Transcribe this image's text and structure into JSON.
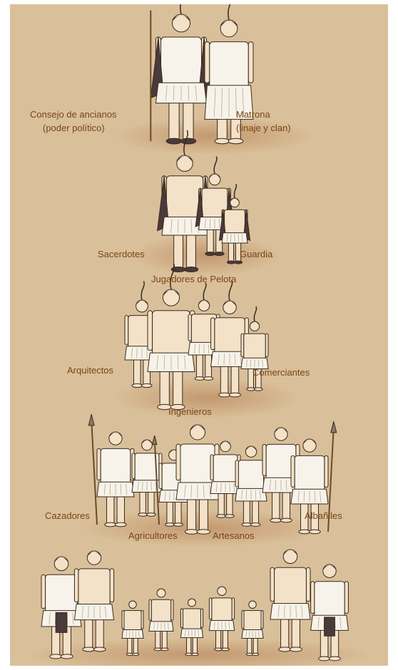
{
  "colors": {
    "background": "#d9c09a",
    "label": "#7a4418",
    "skin": "#f3e1c8",
    "cloth": "#f7f3ea",
    "outline": "#3a2a1c",
    "dark_accent": "#4a3a3a"
  },
  "tiers": [
    {
      "id": "tier-1",
      "labels": {
        "left": [
          "Consejo de ancianos",
          "(poder político)"
        ],
        "right": [
          "Matrona",
          "(linaje y clan)"
        ]
      }
    },
    {
      "id": "tier-2",
      "labels": {
        "left": "Sacerdotes",
        "right": "Guardia",
        "bottom": "Jugadores de Pelota"
      }
    },
    {
      "id": "tier-3",
      "labels": {
        "left": "Arquitectos",
        "right": "Comerciantes",
        "bottom": "Ingenieros"
      }
    },
    {
      "id": "tier-4",
      "labels": {
        "left": "Cazadores",
        "center_left": "Agricultores",
        "center_right": "Artesanos",
        "right": "Albañiles"
      }
    },
    {
      "id": "tier-5",
      "labels": {}
    }
  ]
}
